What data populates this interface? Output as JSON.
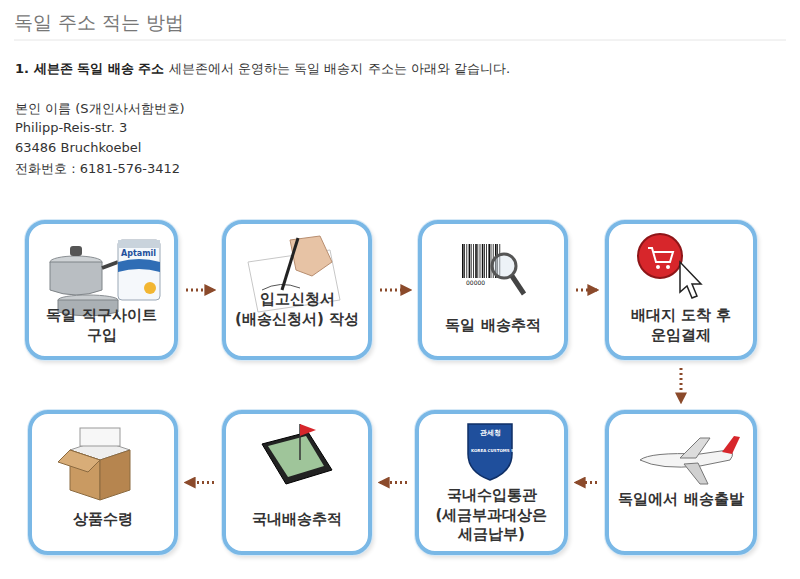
{
  "diagram": {
    "title": "독일 주소 적는 방법",
    "nodes": [
      {
        "text": [
          "독일 직구사이트 구입"
        ]
      },
      {
        "text": [
          "입고신청서 (배송신청서) 작성"
        ]
      },
      {
        "text": [
          "독일 배송추적"
        ]
      },
      {
        "text": [
          "배대지 도착 후 운임결제"
        ]
      },
      {
        "text": [
          "독일에서 배송출발"
        ]
      },
      {
        "text": [
          "국내수입통관 (세금부과대상은 세금납부)"
        ]
      },
      {
        "text": [
          "국내배송추적"
        ]
      },
      {
        "text": [
          "상품수령"
        ]
      }
    ],
    "edges": [
      {
        "from": 0,
        "to": 1,
        "arrow": "to"
      },
      {
        "from": 1,
        "to": 2,
        "arrow": "to"
      },
      {
        "from": 2,
        "to": 3,
        "arrow": "to"
      },
      {
        "from": 3,
        "to": 4,
        "arrow": "to"
      },
      {
        "from": 4,
        "to": 5,
        "arrow": "to"
      },
      {
        "from": 5,
        "to": 6,
        "arrow": "to"
      },
      {
        "from": 6,
        "to": 7,
        "arrow": "to"
      }
    ],
    "labels": [
      "1. 세븐존 독일 배송 주소",
      "세븐존에서 운영하는 독일 배송지 주소는 아래와 같습니다.",
      "본인 이름 (S개인사서함번호)",
      "Philipp-Reis-str. 3",
      "63486 Bruchkoebel",
      "전화번호 : 6181-576-3412",
      "Aptamil",
      "00000",
      "관세청",
      "KOREA CUSTOMS SERVICE"
    ]
  }
}
